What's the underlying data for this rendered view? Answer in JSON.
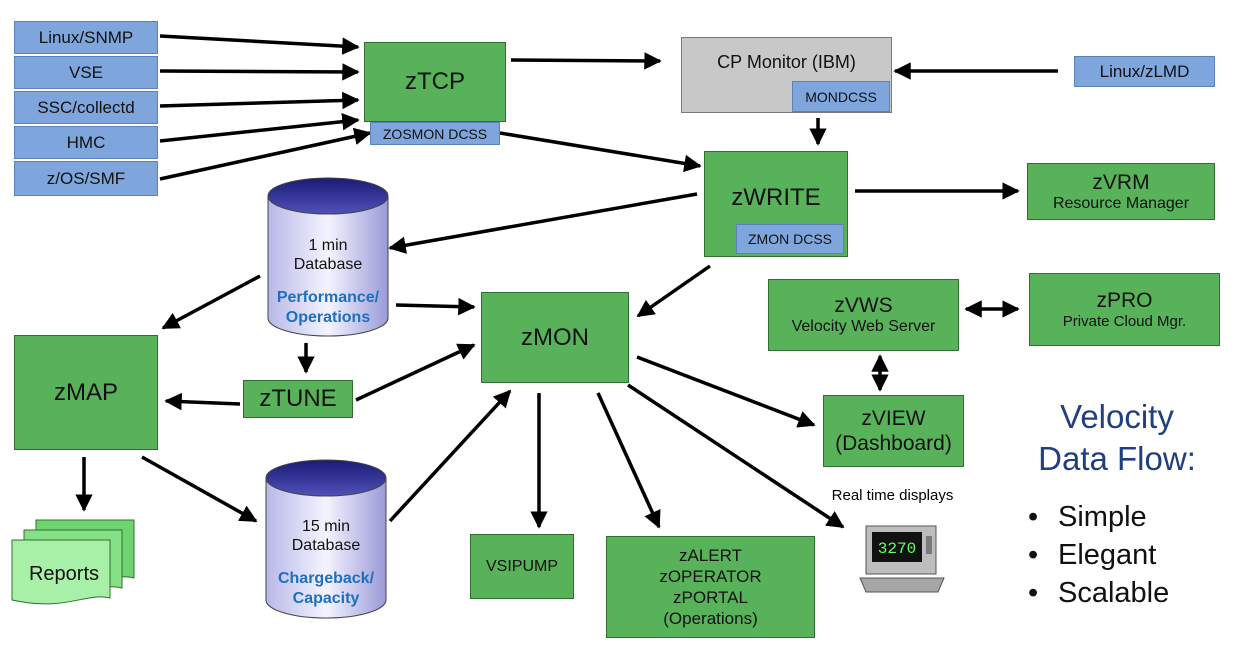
{
  "sources": [
    "Linux/SNMP",
    "VSE",
    "SSC/collectd",
    "HMC",
    "z/OS/SMF"
  ],
  "ztcp": {
    "title": "zTCP",
    "dcss": "ZOSMON DCSS"
  },
  "cp_monitor": {
    "title": "CP Monitor (IBM)",
    "dcss": "MONDCSS"
  },
  "linux_zlmd": "Linux/zLMD",
  "zwrite": {
    "title": "zWRITE",
    "dcss": "ZMON DCSS"
  },
  "zvrm": {
    "title": "zVRM",
    "subtitle": "Resource Manager"
  },
  "db1": {
    "line1": "1 min",
    "line2": "Database",
    "sub1": "Performance/",
    "sub2": "Operations"
  },
  "db15": {
    "line1": "15 min",
    "line2": "Database",
    "sub1": "Chargeback/",
    "sub2": "Capacity"
  },
  "zmon": "zMON",
  "zvws": {
    "title": "zVWS",
    "subtitle": "Velocity Web Server"
  },
  "zpro": {
    "title": "zPRO",
    "subtitle": "Private Cloud Mgr."
  },
  "zmap": "zMAP",
  "ztune": "zTUNE",
  "zview": {
    "title": "zVIEW",
    "subtitle": "(Dashboard)"
  },
  "reports": "Reports",
  "vsipump": "VSIPUMP",
  "zalert": {
    "l1": "zALERT",
    "l2": "zOPERATOR",
    "l3": "zPORTAL",
    "l4": "(Operations)"
  },
  "realtime": "Real time displays",
  "terminal": "3270",
  "right_title": {
    "l1": "Velocity",
    "l2": "Data Flow:"
  },
  "bullets": [
    "Simple",
    "Elegant",
    "Scalable"
  ],
  "colors": {
    "green": "#58b25a",
    "blue": "#7ea6dc",
    "gray": "#c8c8c8",
    "db_top": "#2b2b8c",
    "accent_text": "#1f6fbf",
    "title_text": "#1f3f7f"
  }
}
